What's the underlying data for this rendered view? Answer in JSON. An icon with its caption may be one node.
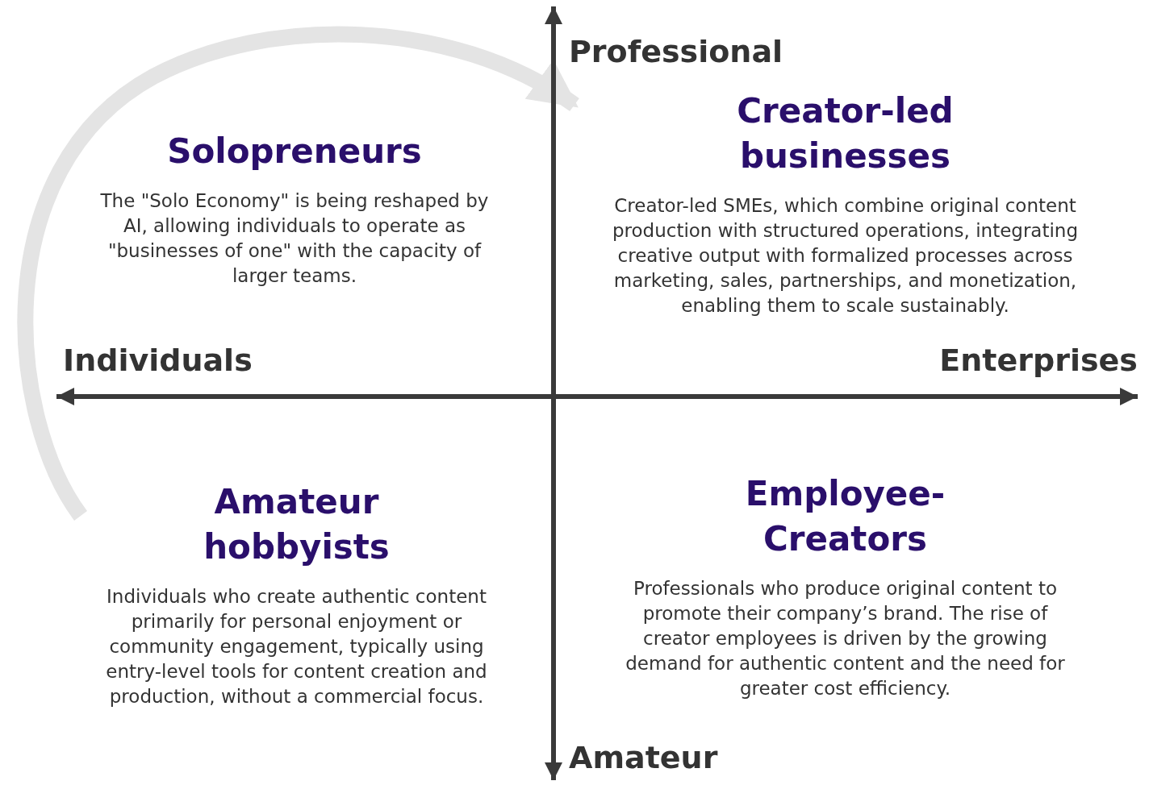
{
  "diagram": {
    "nodes": [
      {
        "text": [
          "Solopreneurs",
          "The \"Solo Economy\" is being reshaped by AI, allowing individuals to operate as \"businesses of one\" with the capacity of larger teams."
        ]
      },
      {
        "text": [
          "Creator-led businesses",
          "Creator-led SMEs, which combine original content production with structured operations, integrating creative output with formalized processes across marketing, sales, partnerships, and monetization, enabling them to scale sustainably."
        ]
      },
      {
        "text": [
          "Amateur hobbyists",
          "Individuals who create authentic content primarily for personal enjoyment or community engagement, typically using entry-level tools for content creation and production, without a commercial focus."
        ]
      },
      {
        "text": [
          "Employee-Creators",
          "Professionals who produce original content to promote their company’s brand. The rise of creator employees is driven by the growing demand for authentic content and the need for greater cost efficiency."
        ]
      }
    ],
    "edges": [
      {
        "from": 2,
        "to": 1,
        "arrow": "to",
        "color": "#e4e4e4"
      }
    ],
    "labels": [
      "Professional",
      "Individuals",
      "Enterprises",
      "Amateur"
    ]
  }
}
